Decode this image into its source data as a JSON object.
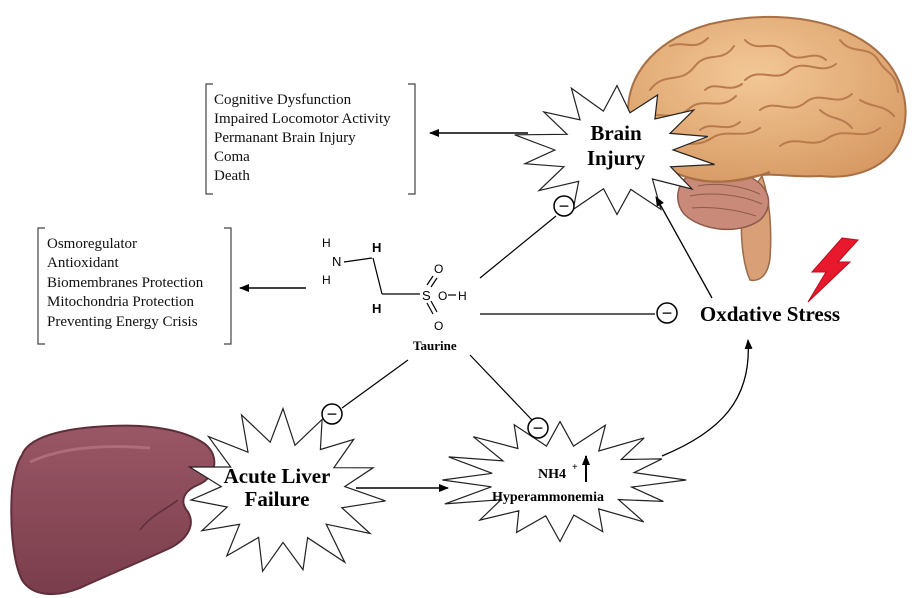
{
  "brain_injury": {
    "line1": "Brain",
    "line2": "Injury"
  },
  "brain_effects": [
    "Cognitive Dysfunction",
    "Impaired Locomotor Activity",
    "Permanant Brain Injury",
    "Coma",
    "Death"
  ],
  "taurine_roles": [
    "Osmoregulator",
    "Antioxidant",
    "Biomembranes Protection",
    "Mitochondria Protection",
    "Preventing Energy Crisis"
  ],
  "taurine": {
    "label": "Taurine",
    "atoms": {
      "n": "N",
      "h_n_top": "H",
      "h_n_bottom": "H",
      "h_c1": "H",
      "h_c2": "H",
      "s": "S",
      "o_top": "O",
      "o_bottom": "O",
      "h_oh": "H"
    }
  },
  "oxidative_stress": "Oxdative Stress",
  "acute_liver_failure": {
    "line1": "Acute Liver",
    "line2": "Failure"
  },
  "hyperammonemia": {
    "nh4": "NH4",
    "charge": "+",
    "label": "Hyperammonemia"
  },
  "inhibition_symbol": "−",
  "colors": {
    "brain": "#e8b27f",
    "brain_dark": "#b97a4e",
    "liver": "#8a4a58",
    "liver_dark": "#5e2f3a",
    "lightning": "#e8192c"
  },
  "icons": [
    "brain-illustration",
    "liver-illustration",
    "lightning-icon",
    "inhibition-icon"
  ]
}
